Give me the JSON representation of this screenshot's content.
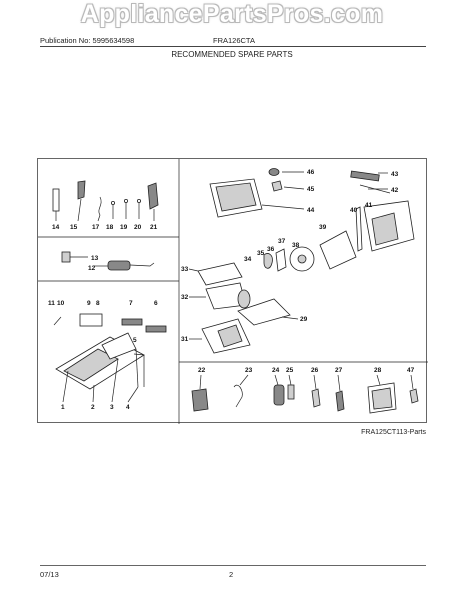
{
  "watermark": "AppliancePartsPros.com",
  "header": {
    "publication_no": "Publication No: 5995634598",
    "model": "FRA126CTA",
    "heading": "RECOMMENDED SPARE PARTS"
  },
  "diagram": {
    "labels": {
      "p1": "1",
      "p2": "2",
      "p3": "3",
      "p4": "4",
      "p5": "5",
      "p6": "6",
      "p7": "7",
      "p8": "8",
      "p9": "9",
      "p10": "10",
      "p11": "11",
      "p12": "12",
      "p13": "13",
      "p14": "14",
      "p15": "15",
      "p17": "17",
      "p18": "18",
      "p19": "19",
      "p20": "20",
      "p21": "21",
      "p22": "22",
      "p23": "23",
      "p24": "24",
      "p25": "25",
      "p26": "26",
      "p27": "27",
      "p28": "28",
      "p29": "29",
      "p31": "31",
      "p32": "32",
      "p33": "33",
      "p34": "34",
      "p35": "35",
      "p36": "36",
      "p37": "37",
      "p38": "38",
      "p39": "39",
      "p40": "40",
      "p41": "41",
      "p42": "42",
      "p43": "43",
      "p44": "44",
      "p45": "45",
      "p46": "46",
      "p47": "47"
    },
    "reference": "FRA125CT113-Parts"
  },
  "footer": {
    "date": "07/13",
    "page": "2"
  }
}
